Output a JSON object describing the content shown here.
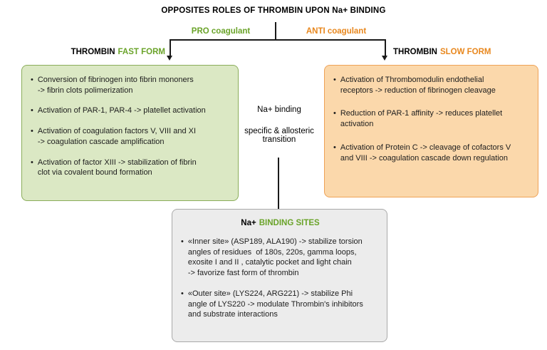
{
  "ui": {
    "bullet": "•"
  },
  "diagram": {
    "title": "OPPOSITES ROLES OF THROMBIN UPON Na+ BINDING",
    "branch_left": "PRO coagulant",
    "branch_right": "ANTI coagulant",
    "center": {
      "na_binding": "Na+ binding",
      "transition": "specific & allosteric\ntransition"
    }
  },
  "fast_form": {
    "heading_plain": "THROMBIN",
    "heading_accent": "FAST FORM",
    "bullets": [
      "Conversion of fibrinogen into fibrin mononers\n-> fibrin clots polimerization",
      "Activation of PAR-1, PAR-4 -> platellet activation",
      "Activation of coagulation factors V, VIII and XI\n-> coagulation cascade amplification",
      "Activation of factor XIII -> stabilization of fibrin\nclot via covalent bound formation"
    ]
  },
  "slow_form": {
    "heading_plain": "THROMBIN",
    "heading_accent": "SLOW FORM",
    "bullets": [
      "Activation of Thrombomodulin endothelial\nreceptors -> reduction of fibrinogen cleavage",
      "Reduction of PAR-1 affinity -> reduces platellet\nactivation",
      "Activation of Protein C -> cleavage of cofactors V\nand VIII -> coagulation cascade down regulation"
    ]
  },
  "binding_sites": {
    "heading_plain": "Na+",
    "heading_accent": "BINDING SITES",
    "bullets": [
      "«Inner site» (ASP189, ALA190) -> stabilize torsion\nangles of residues  of 180s, 220s, gamma loops,\nexosite I and II , catalytic pocket and light chain\n-> favorize fast form of thrombin",
      "«Outer site» (LYS224, ARG221) -> stabilize Phi\nangle of LYS220 -> modulate Thrombin's inhibitors\nand substrate interactions"
    ]
  },
  "colors": {
    "green_accent": "#6aa329",
    "green_fill": "#dbe8c4",
    "green_border": "#8aad5a",
    "orange_accent": "#e8871d",
    "orange_fill": "#fbd8ab",
    "orange_border": "#eea257",
    "gray_fill": "#ececec",
    "gray_border": "#a9a9a9"
  }
}
